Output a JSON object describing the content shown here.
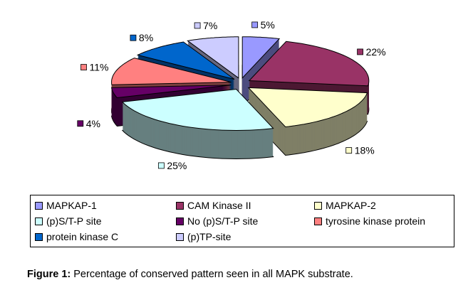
{
  "chart_data": {
    "type": "pie",
    "style": "3d-exploded",
    "title": "",
    "categories": [
      "MAPKAP-1",
      "CAM Kinase II",
      "MAPKAP-2",
      "(p)S/T-P site",
      "No (p)S/T-P site",
      "tyrosine kinase protein",
      "protein kinase C",
      "(p)TP-site"
    ],
    "values": [
      5,
      22,
      18,
      25,
      4,
      11,
      8,
      7
    ],
    "data_labels": [
      "5%",
      "22%",
      "18%",
      "25%",
      "4%",
      "11%",
      "8%",
      "7%"
    ],
    "colors": [
      "#9999FF",
      "#993366",
      "#FFFFCC",
      "#CCFFFF",
      "#660066",
      "#FF8080",
      "#0066CC",
      "#CCCCFF"
    ],
    "legend_position": "bottom"
  },
  "caption": {
    "label": "Figure 1:",
    "text": " Percentage of conserved pattern seen in all MAPK substrate."
  }
}
